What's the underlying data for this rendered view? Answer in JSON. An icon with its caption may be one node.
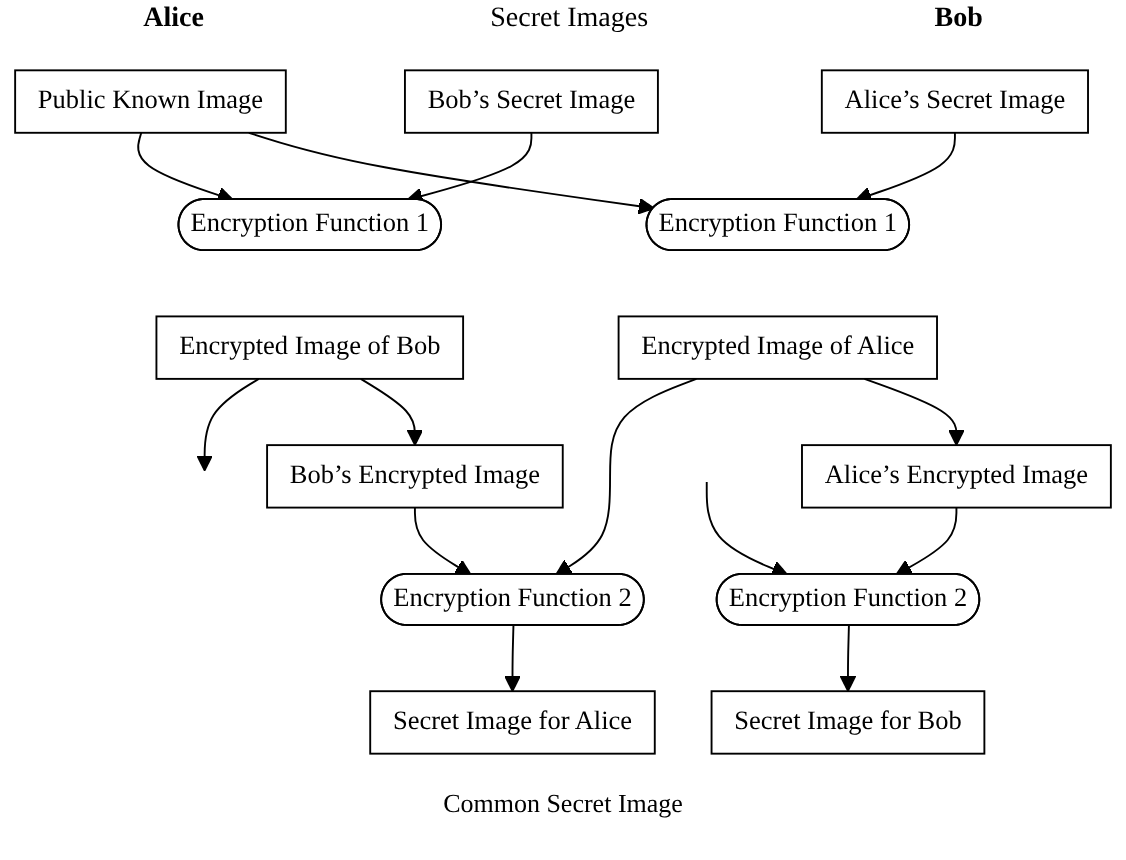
{
  "diagram": {
    "nodes": [
      {
        "text": [
          "Alice’s Secret Image"
        ]
      },
      {
        "text": [
          "Bob’s Secret Image"
        ]
      },
      {
        "text": [
          "Encryption Function 1"
        ]
      },
      {
        "text": [
          "Public Known Image"
        ]
      },
      {
        "text": [
          "Encryption Function 1"
        ]
      },
      {
        "text": [
          "Encrypted Image of Alice"
        ]
      },
      {
        "text": [
          "Encrypted Image of Bob"
        ]
      },
      {
        "text": [
          "Bob’s Encrypted Image"
        ]
      },
      {
        "text": [
          "Alice’s Encrypted Image"
        ]
      },
      {
        "text": [
          "Encryption Function 2"
        ]
      },
      {
        "text": [
          "Encryption Function 2"
        ]
      },
      {
        "text": [
          "Secret Image for Alice"
        ]
      },
      {
        "text": [
          "Secret Image for Bob"
        ]
      }
    ],
    "edges": [
      {
        "from": 0,
        "to": 2,
        "arrow": "to"
      },
      {
        "from": 1,
        "to": 4,
        "arrow": "to"
      },
      {
        "from": 3,
        "to": 2,
        "arrow": "to"
      },
      {
        "from": 3,
        "to": 4,
        "arrow": "to"
      },
      {
        "from": 5,
        "to": 8,
        "arrow": "to"
      },
      {
        "from": 6,
        "to": 7,
        "arrow": "to"
      },
      {
        "from": 5,
        "to": 9,
        "arrow": "to"
      },
      {
        "from": 7,
        "to": 9,
        "arrow": "to"
      },
      {
        "from": 8,
        "to": 10,
        "arrow": "to"
      },
      {
        "from": 6,
        "to": null,
        "arrow": "to"
      },
      {
        "from": null,
        "to": 10,
        "arrow": "to"
      },
      {
        "from": 9,
        "to": 11,
        "arrow": "to"
      },
      {
        "from": 10,
        "to": 12,
        "arrow": "to"
      }
    ],
    "labels": [
      "Alice",
      "Bob",
      "Secret Images",
      "Common Secret Image"
    ]
  }
}
